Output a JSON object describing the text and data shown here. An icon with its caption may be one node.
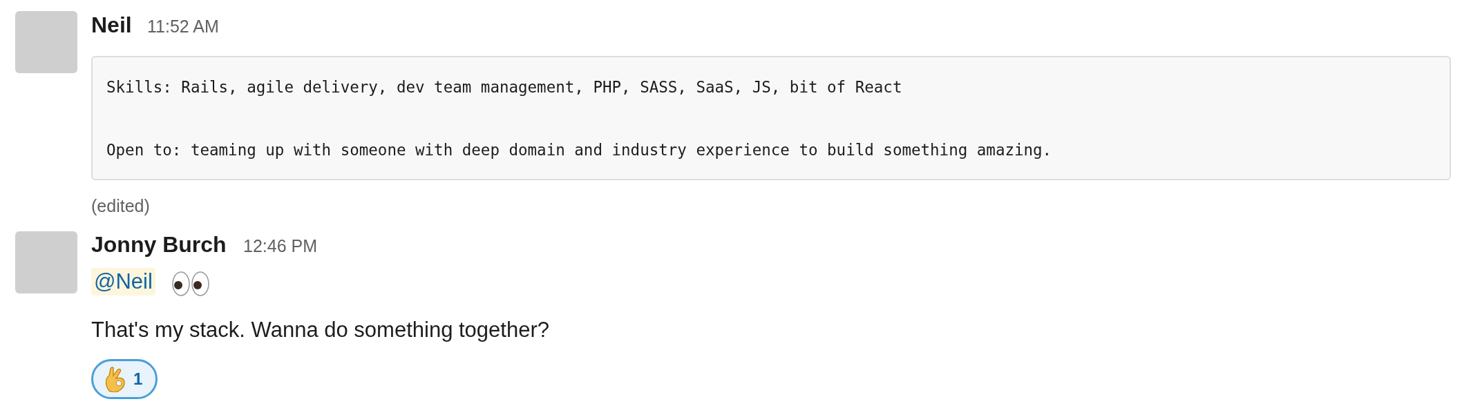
{
  "diagram": {
    "nodes": [
      {
        "text": [
          "Skills: Rails, agile delivery, dev team management, PHP, SASS, SaaS, JS, bit of React",
          "Open to: teaming up with someone with deep domain and industry experience to build something amazing."
        ]
      },
      {
        "text": [
          "@Neil"
        ]
      },
      {
        "text": [
          "1"
        ]
      }
    ],
    "labels": [
      "Neil",
      "11:52 AM",
      "(edited)",
      "Jonny Burch",
      "12:46 PM",
      "That's my stack. Wanna do something together?"
    ]
  }
}
